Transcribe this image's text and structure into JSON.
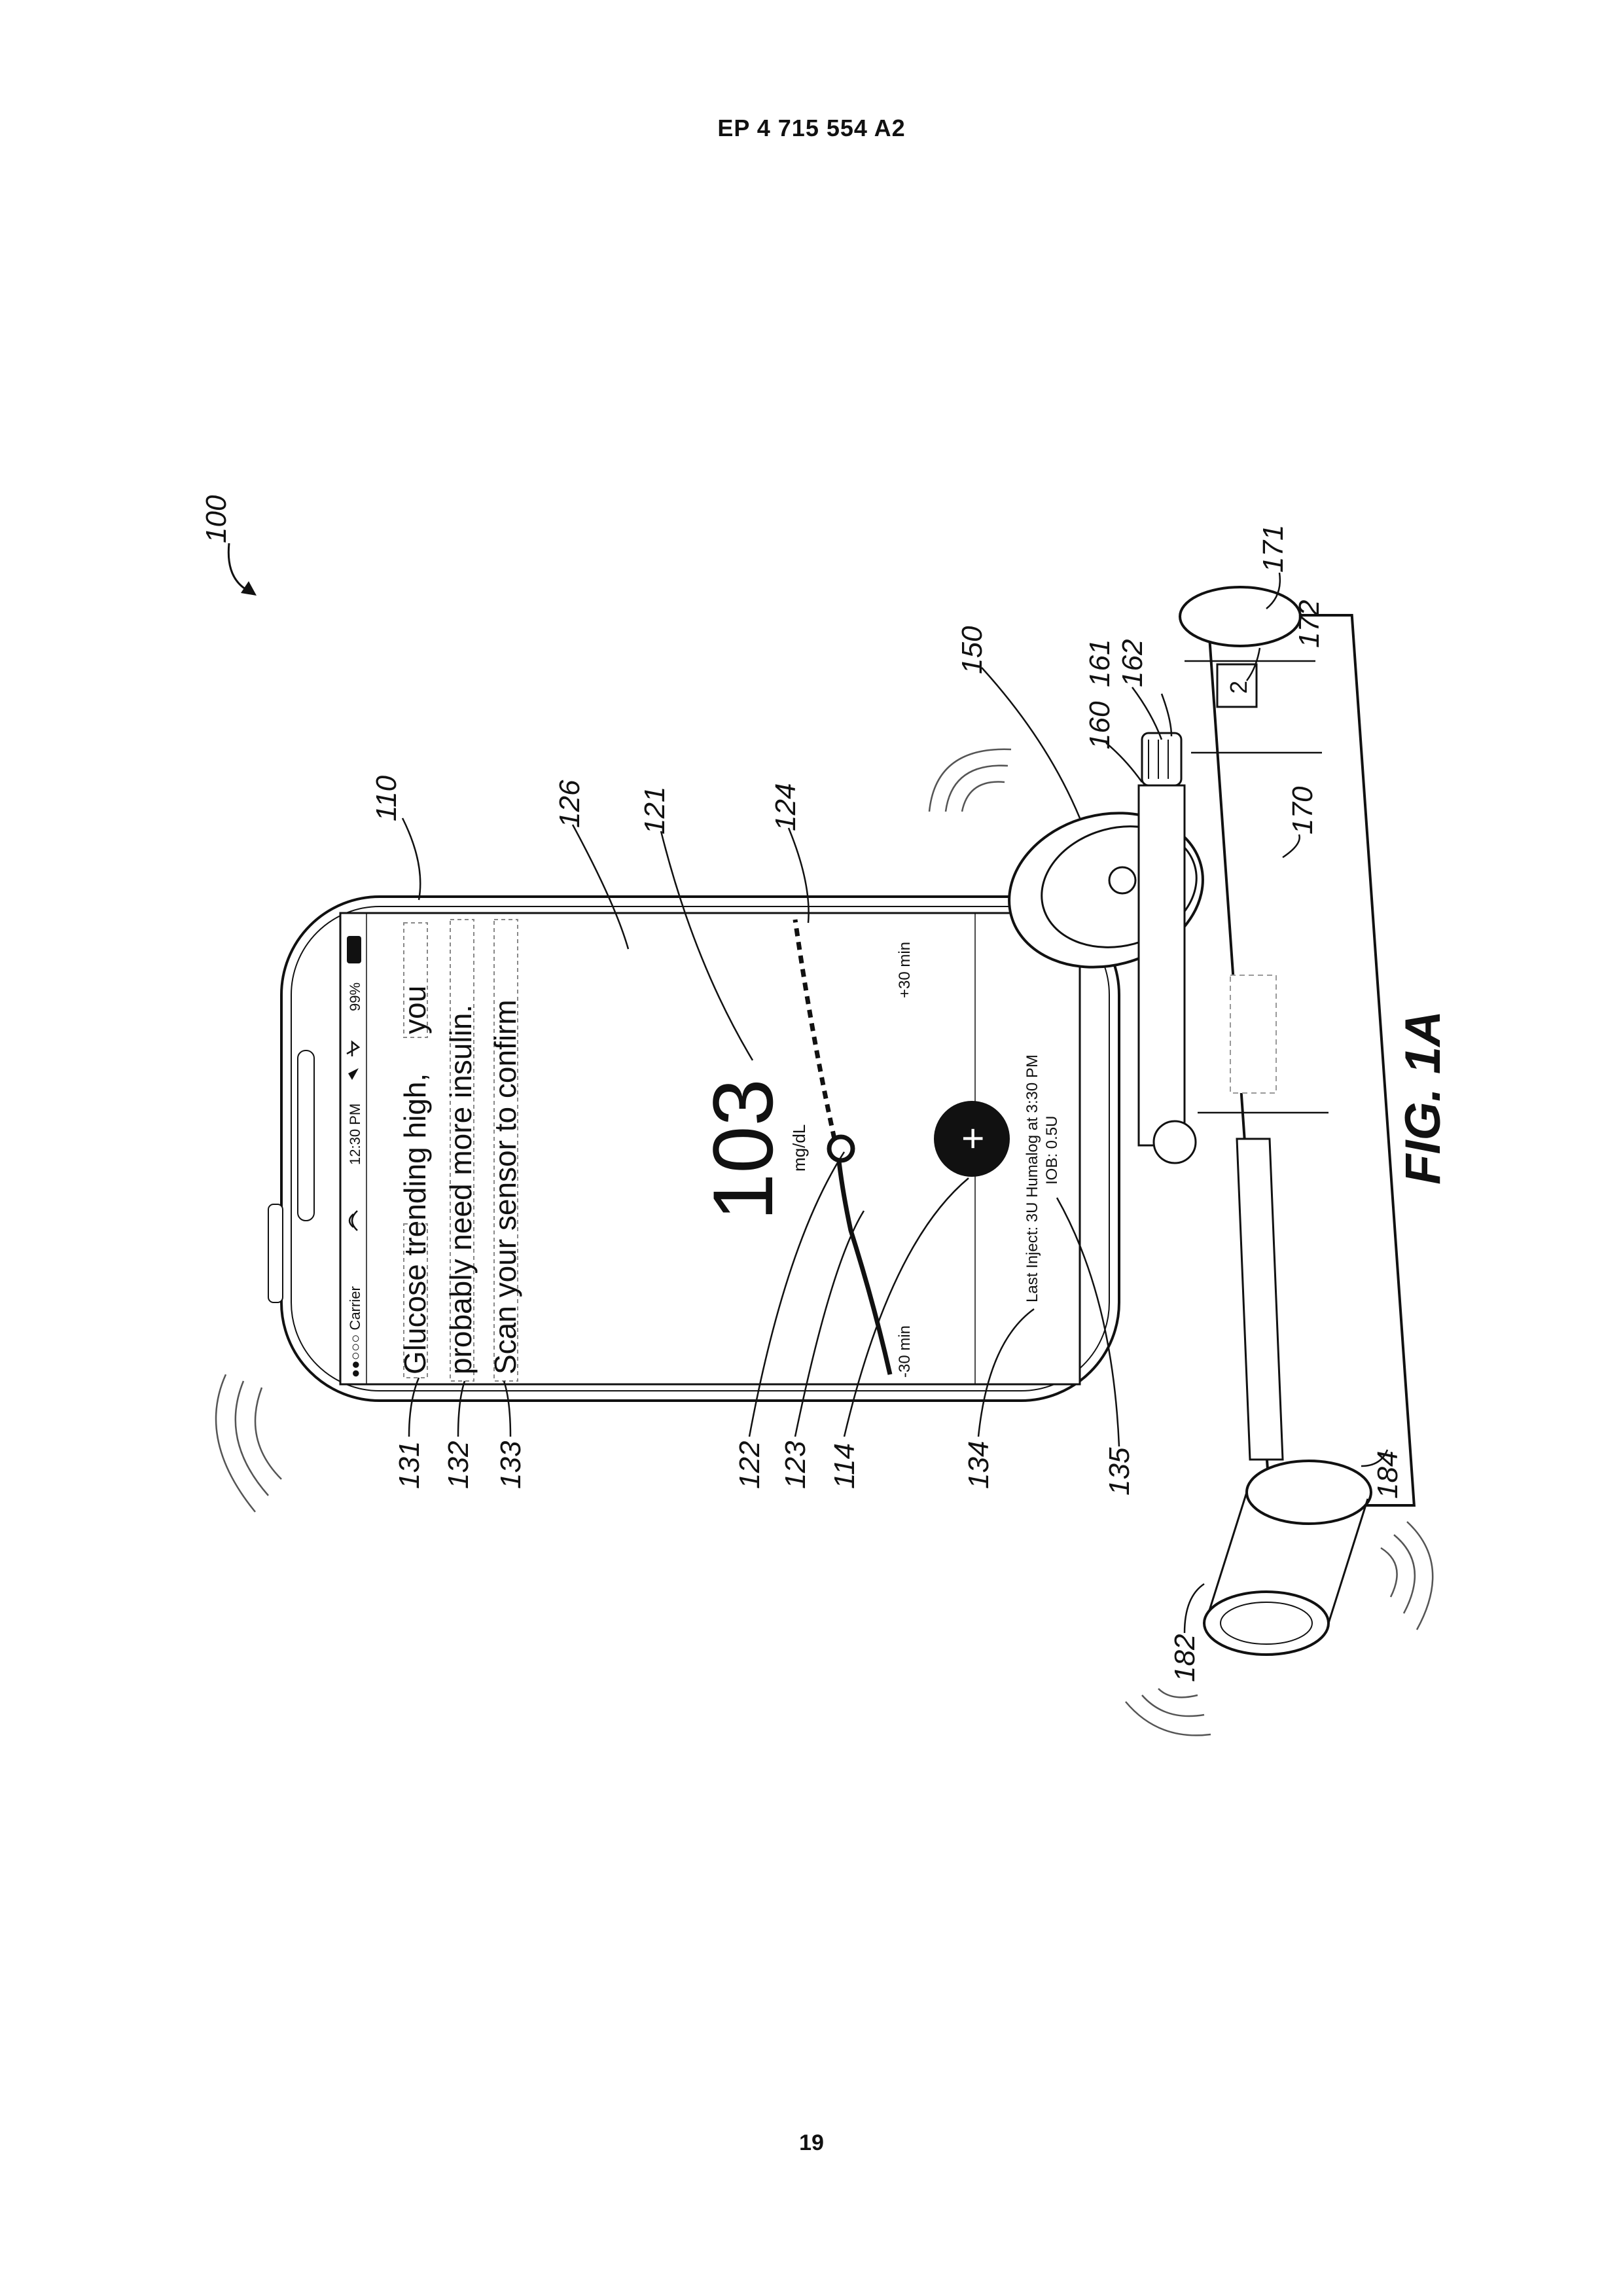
{
  "header": {
    "publication": "EP 4 715 554 A2"
  },
  "footer": {
    "page_number": "19"
  },
  "figure": {
    "title": "FIG. 1A",
    "system_ref": "100",
    "phone": {
      "status_bar": {
        "carrier": "●●○○○ Carrier",
        "time": "12:30 PM",
        "battery": "99%",
        "icons": [
          "wifi-icon",
          "location-arrow-icon",
          "bluetooth-icon",
          "battery-icon"
        ]
      },
      "message_lines": [
        "Glucose trending high,",
        "you",
        "probably need more insulin.",
        "Scan your sensor to confirm"
      ],
      "glucose_value": "103",
      "glucose_unit": "mg/dL",
      "time_left": "-30 min",
      "time_right": "+30 min",
      "add_button": "+",
      "last_inject": "Last Inject: 3U Humalog at 3:30 PM",
      "iob": "IOB: 0.5U"
    },
    "pen_dose_window": "2",
    "reference_numerals": [
      "110",
      "126",
      "121",
      "124",
      "150",
      "160",
      "161",
      "162",
      "171",
      "172",
      "170",
      "131",
      "132",
      "133",
      "122",
      "123",
      "114",
      "134",
      "135",
      "182",
      "184"
    ]
  }
}
